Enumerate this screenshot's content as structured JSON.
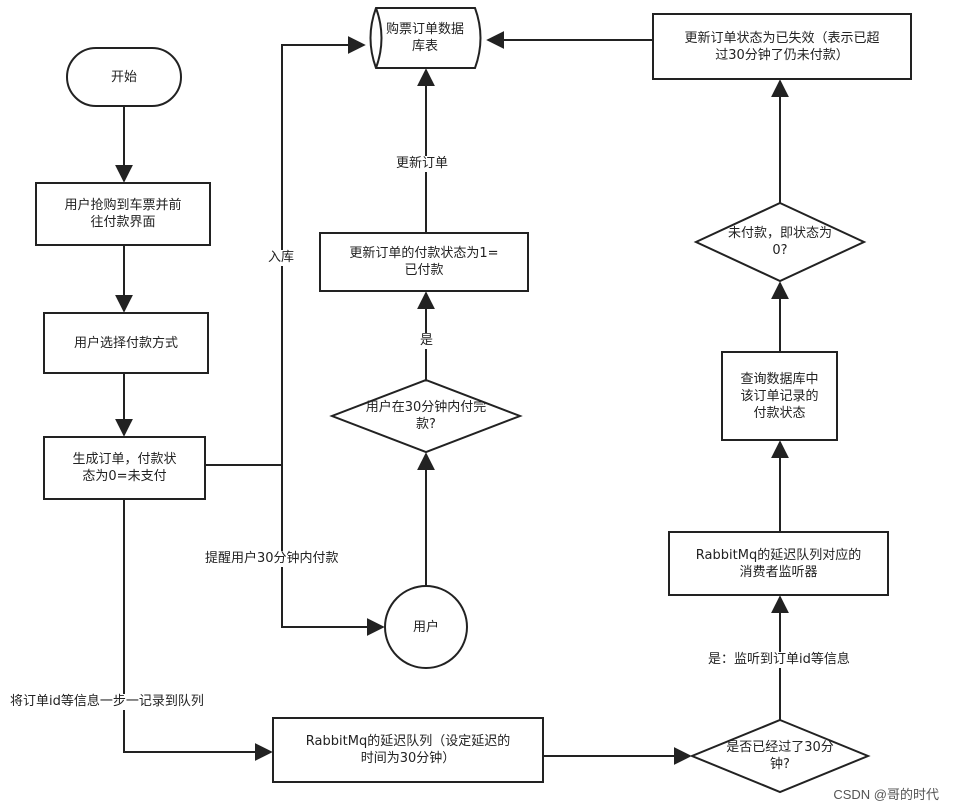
{
  "nodes": {
    "start": "开始",
    "grab_ticket": "用户抢购到车票并前\n往付款界面",
    "choose_payment": "用户选择付款方式",
    "create_order": "生成订单，付款状\n态为0=未支付",
    "order_db": "购票订单数据\n库表",
    "update_paid": "更新订单的付款状态为1=\n已付款",
    "paid_in_30": "用户在30分钟内付完\n款?",
    "user": "用户",
    "delay_queue": "RabbitMq的延迟队列（设定延迟的\n时间为30分钟）",
    "passed_30": "是否已经过了30分\n钟?",
    "consumer": "RabbitMq的延迟队列对应的\n消费者监听器",
    "query_db": "查询数据库中\n该订单记录的\n付款状态",
    "unpaid_check": "未付款，即状态为\n0?",
    "expire_order": "更新订单状态为已失效（表示已超\n过30分钟了仍未付款）"
  },
  "edge_labels": {
    "update_order": "更新订单",
    "store": "入库",
    "yes_paid": "是",
    "remind": "提醒用户30分钟内付款",
    "enqueue": "将订单id等信息一步一记录到队列",
    "yes_listen": "是：监听到订单id等信息"
  },
  "watermark": "CSDN @哥的时代"
}
